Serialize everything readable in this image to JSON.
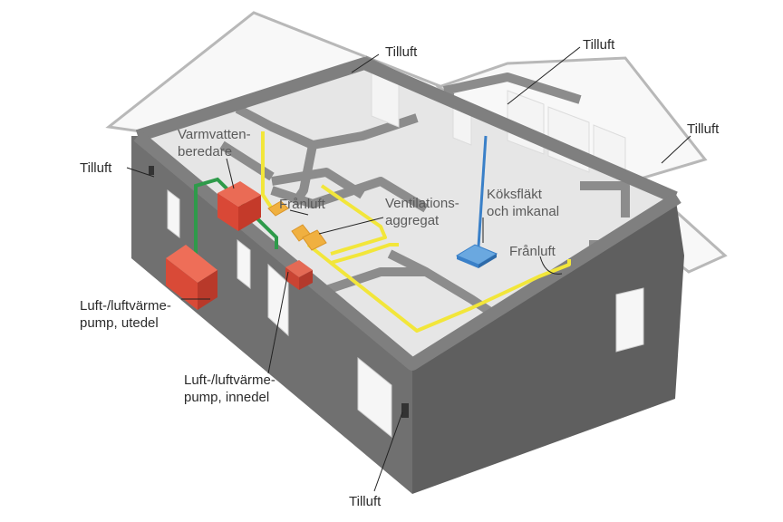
{
  "colors": {
    "wall": "#6e6e6e",
    "wall_top": "#8a8a8a",
    "floor": "#e4e4e4",
    "roof": "#ececec",
    "supply_air": "#9a9a9a",
    "exhaust_duct": "#f2e63a",
    "heat_pump_pipe": "#2e9a4a",
    "heat_pump": "#e2513c",
    "unit": "#f0b040",
    "kitchen_hood": "#4a90d0"
  },
  "labels": {
    "tilluft_roof_left": "Tilluft",
    "tilluft_roof_mid": "Tilluft",
    "tilluft_roof_right": "Tilluft",
    "tilluft_wall_left": "Tilluft",
    "tilluft_bottom": "Tilluft",
    "varmvatten_1": "Varmvatten-",
    "varmvatten_2": "beredare",
    "franluft_left": "Frånluft",
    "ventilation_1": "Ventilations-",
    "ventilation_2": "aggregat",
    "kokflakt_1": "Köksfläkt",
    "kokflakt_2": "och imkanal",
    "franluft_right": "Frånluft",
    "utedel_1": "Luft-/luftvärme-",
    "utedel_2": "pump, utedel",
    "innedel_1": "Luft-/luftvärme-",
    "innedel_2": "pump, innedel"
  }
}
